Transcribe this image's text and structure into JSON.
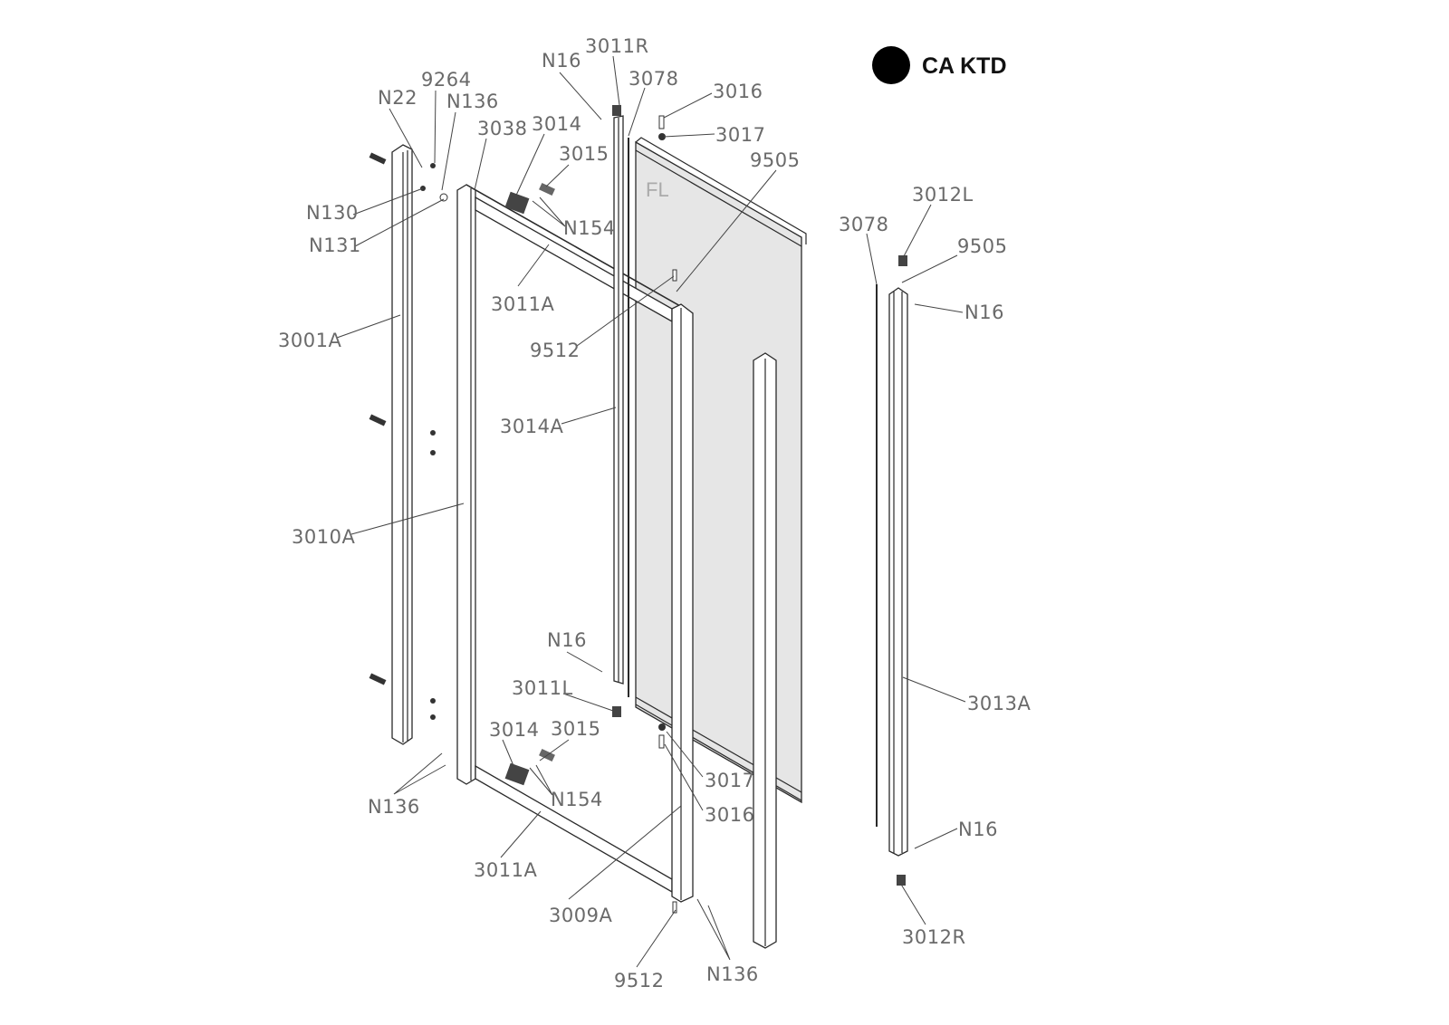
{
  "title": "CA KTD",
  "panel_mark": "FL",
  "colors": {
    "marker": "#000000",
    "glass": "#e6e6e6",
    "label": "#6a6a6a"
  },
  "callouts": [
    "3011R",
    "N16",
    "9264",
    "3078",
    "3016",
    "N22",
    "N136",
    "3038",
    "3014",
    "3017",
    "9505",
    "3015",
    "3012L",
    "3078",
    "N130",
    "N154",
    "N131",
    "9505",
    "3011A",
    "N16",
    "3001A",
    "9512",
    "3014A",
    "3010A",
    "N16",
    "3011L",
    "3013A",
    "3014",
    "3015",
    "3017",
    "N136",
    "N154",
    "3016",
    "N16",
    "3011A",
    "3009A",
    "3012R",
    "9512",
    "N136"
  ]
}
